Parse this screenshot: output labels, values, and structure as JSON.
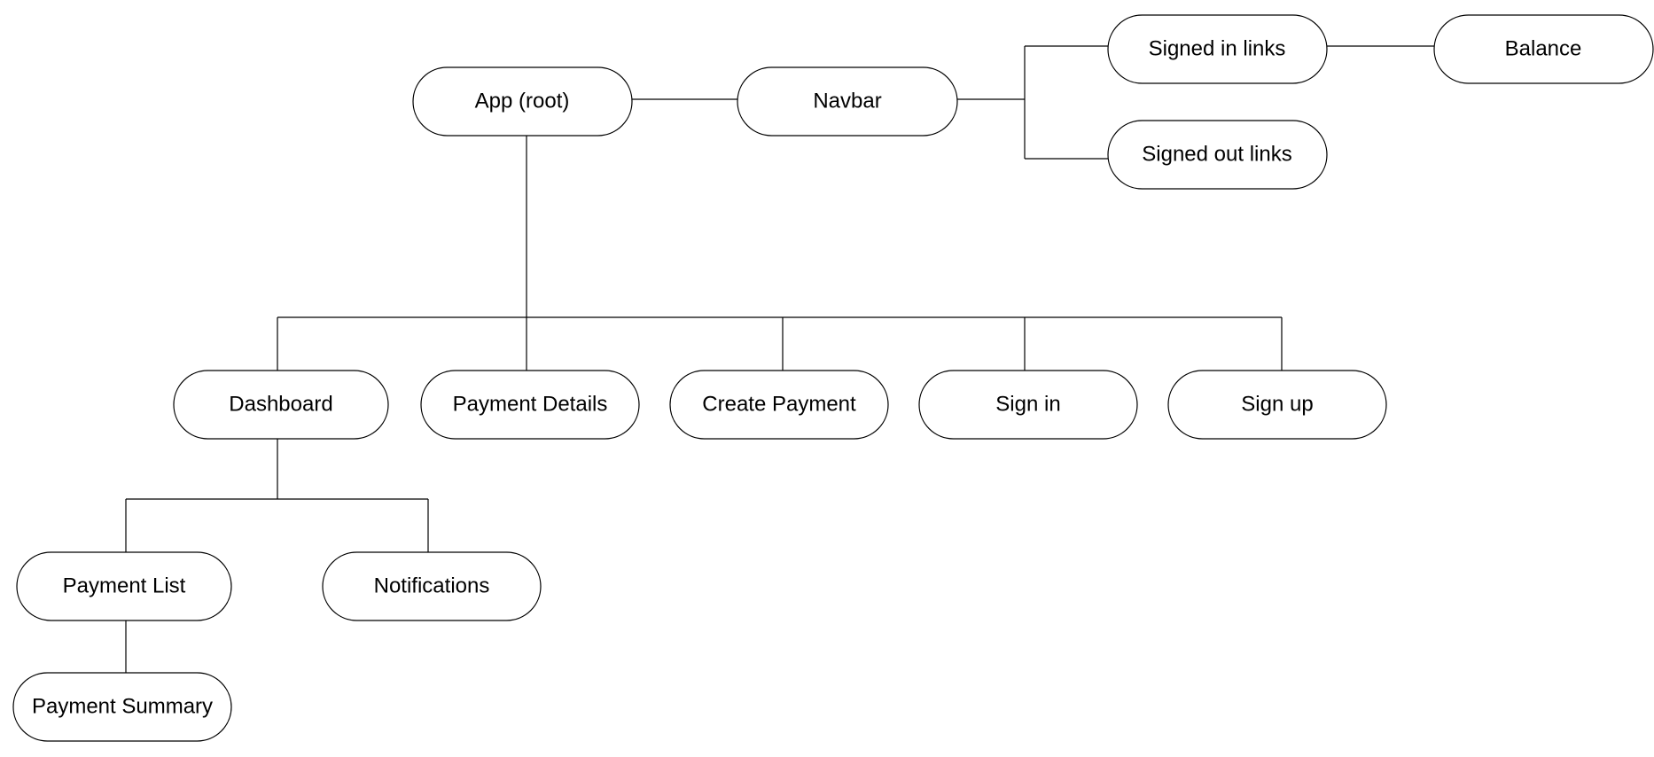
{
  "nodes": {
    "app": "App (root)",
    "navbar": "Navbar",
    "signed_in_links": "Signed in links",
    "balance": "Balance",
    "signed_out_links": "Signed out links",
    "dashboard": "Dashboard",
    "payment_details": "Payment Details",
    "create_payment": "Create Payment",
    "sign_in": "Sign in",
    "sign_up": "Sign up",
    "payment_list": "Payment List",
    "notifications": "Notifications",
    "payment_summary": "Payment Summary"
  },
  "edges": [
    [
      "app",
      "navbar"
    ],
    [
      "navbar",
      "signed_in_links"
    ],
    [
      "navbar",
      "signed_out_links"
    ],
    [
      "signed_in_links",
      "balance"
    ],
    [
      "app",
      "dashboard"
    ],
    [
      "app",
      "payment_details"
    ],
    [
      "app",
      "create_payment"
    ],
    [
      "app",
      "sign_in"
    ],
    [
      "app",
      "sign_up"
    ],
    [
      "dashboard",
      "payment_list"
    ],
    [
      "dashboard",
      "notifications"
    ],
    [
      "payment_list",
      "payment_summary"
    ]
  ],
  "colors": {
    "stroke": "#000000",
    "fill": "#ffffff",
    "text": "#000000"
  }
}
